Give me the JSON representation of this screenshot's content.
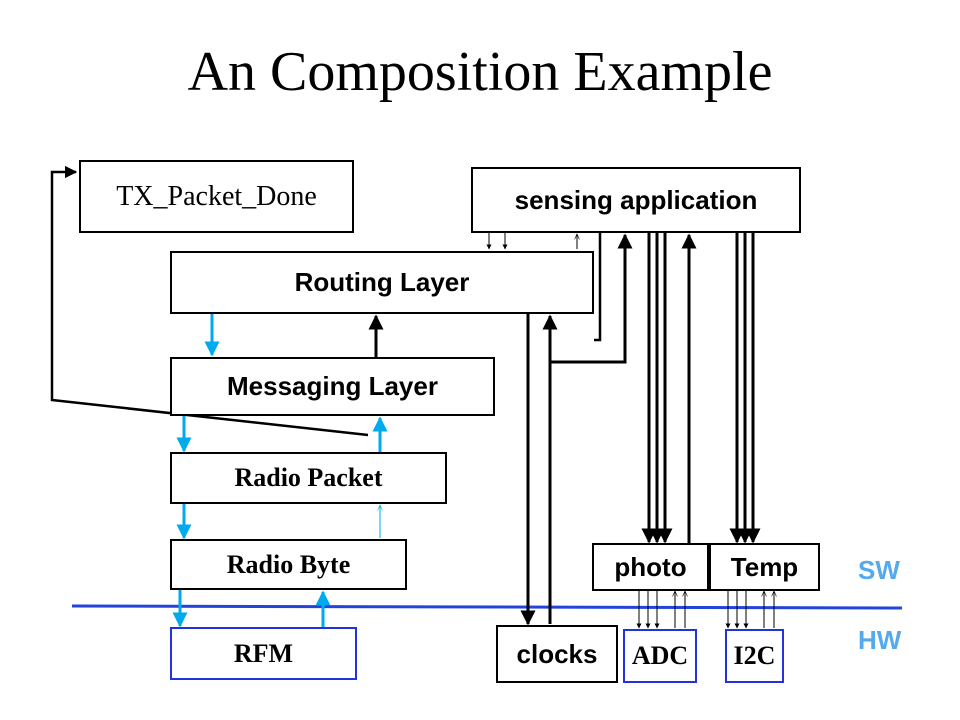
{
  "title": "An Composition Example",
  "boxes": {
    "tx_packet_done": "TX_Packet_Done",
    "sensing_application": "sensing application",
    "routing_layer": "Routing Layer",
    "messaging_layer": "Messaging Layer",
    "radio_packet": "Radio Packet",
    "radio_byte": "Radio Byte",
    "rfm": "RFM",
    "clocks": "clocks",
    "photo": "photo",
    "temp": "Temp",
    "adc": "ADC",
    "i2c": "I2C"
  },
  "labels": {
    "sw": "SW",
    "hw": "HW"
  },
  "colors": {
    "accent_blue": "#00aaee",
    "divider_blue": "#2244dd",
    "label_blue": "#55aaee"
  }
}
